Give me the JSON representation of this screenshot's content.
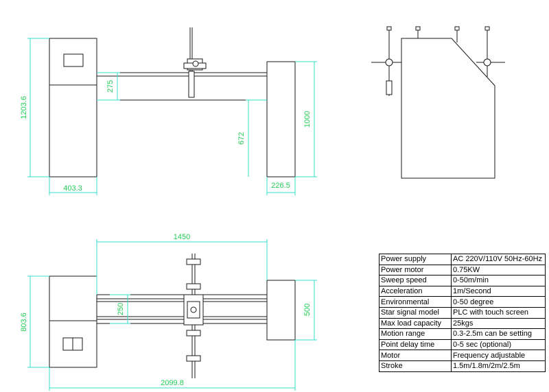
{
  "dimensions": {
    "front_height": "1203.6",
    "front_width_left": "403.3",
    "beam_height": "275",
    "right_post_height": "672",
    "right_box_height": "1000",
    "right_box_width": "226.5",
    "span": "1450",
    "top_depth": "803.6",
    "beam_width": "250",
    "right_box_depth": "500",
    "total_length": "2099.8"
  },
  "specs": [
    {
      "label": "Power supply",
      "value": "AC 220V/110V 50Hz-60Hz"
    },
    {
      "label": "Power motor",
      "value": "0.75KW"
    },
    {
      "label": "Sweep speed",
      "value": "0-50m/min"
    },
    {
      "label": "Acceleration",
      "value": "1m/Second"
    },
    {
      "label": "Environmental",
      "value": "0-50 degree"
    },
    {
      "label": "Star signal model",
      "value": "PLC with touch screen"
    },
    {
      "label": "Max load capacity",
      "value": "25kgs"
    },
    {
      "label": "Motion range",
      "value": "0.3-2.5m can be setting"
    },
    {
      "label": "Point delay time",
      "value": "0-5 sec (optional)"
    },
    {
      "label": "Motor",
      "value": "Frequency adjustable"
    },
    {
      "label": "Stroke",
      "value": "1.5m/1.8m/2m/2.5m"
    }
  ],
  "colors": {
    "line": "#1a1a1a",
    "dimension_line": "#33ddcc",
    "dimension_text": "#22cc55"
  }
}
